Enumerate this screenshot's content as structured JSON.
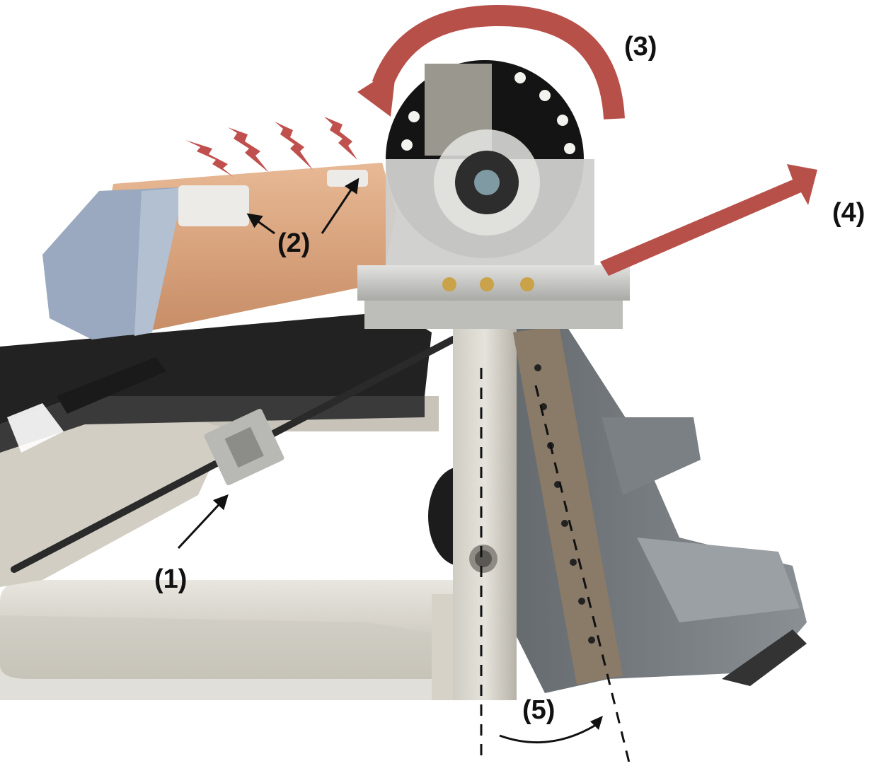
{
  "annotations": {
    "label_1": "(1)",
    "label_2": "(2)",
    "label_3": "(3)",
    "label_4": "(4)",
    "label_5": "(5)"
  },
  "colors": {
    "arrow_red": "#b8504a",
    "lightning_red": "#c0504d",
    "frame_grey": "#d8d5cc",
    "aluminium": "#c9c9c6",
    "skin": "#d9a47e",
    "denim": "#8ea0b8",
    "boot_grey": "#6f7478",
    "black": "#111111"
  },
  "icons": {
    "lightning": "lightning-bolt-icon",
    "rotation": "curved-arrow-icon",
    "direction": "straight-arrow-icon"
  }
}
